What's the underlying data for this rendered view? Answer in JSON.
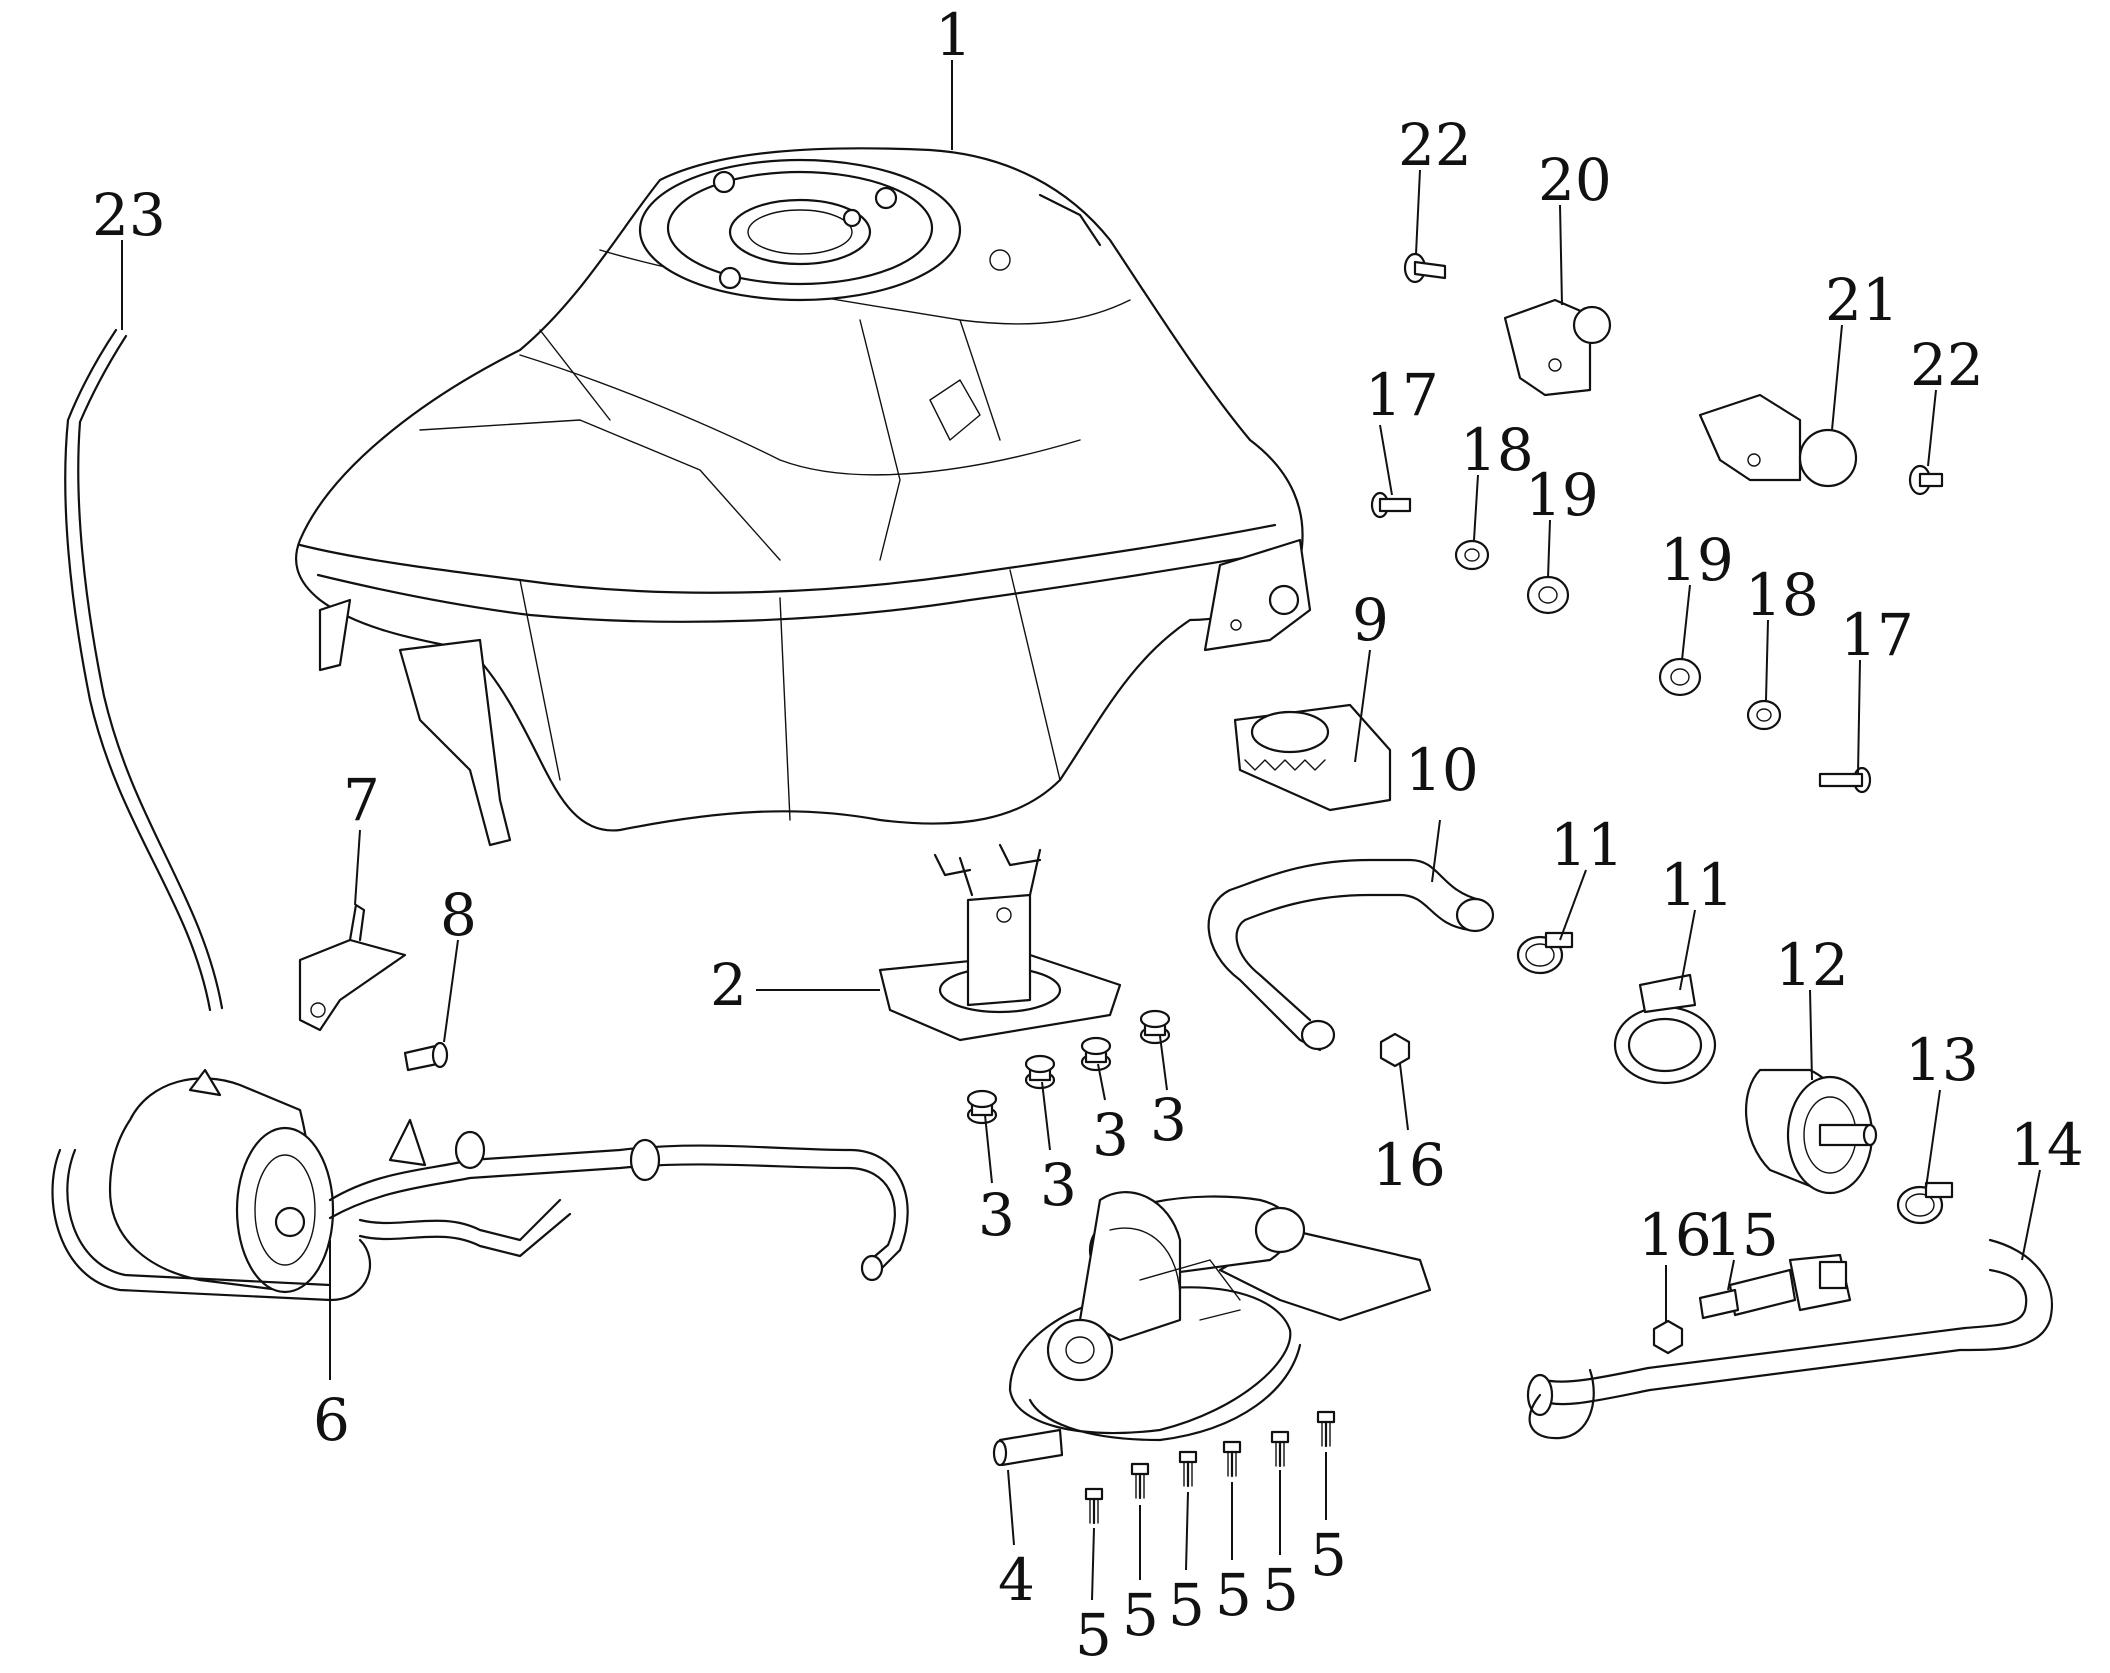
{
  "diagram": {
    "callouts": [
      {
        "id": "c1",
        "number": "1"
      },
      {
        "id": "c2",
        "number": "2"
      },
      {
        "id": "c3a",
        "number": "3"
      },
      {
        "id": "c3b",
        "number": "3"
      },
      {
        "id": "c3c",
        "number": "3"
      },
      {
        "id": "c3d",
        "number": "3"
      },
      {
        "id": "c4",
        "number": "4"
      },
      {
        "id": "c5a",
        "number": "5"
      },
      {
        "id": "c5b",
        "number": "5"
      },
      {
        "id": "c5c",
        "number": "5"
      },
      {
        "id": "c5d",
        "number": "5"
      },
      {
        "id": "c5e",
        "number": "5"
      },
      {
        "id": "c5f",
        "number": "5"
      },
      {
        "id": "c6",
        "number": "6"
      },
      {
        "id": "c7",
        "number": "7"
      },
      {
        "id": "c8",
        "number": "8"
      },
      {
        "id": "c9",
        "number": "9"
      },
      {
        "id": "c10",
        "number": "10"
      },
      {
        "id": "c11a",
        "number": "11"
      },
      {
        "id": "c11b",
        "number": "11"
      },
      {
        "id": "c12",
        "number": "12"
      },
      {
        "id": "c13",
        "number": "13"
      },
      {
        "id": "c14",
        "number": "14"
      },
      {
        "id": "c15",
        "number": "15"
      },
      {
        "id": "c16a",
        "number": "16"
      },
      {
        "id": "c16b",
        "number": "16"
      },
      {
        "id": "c17a",
        "number": "17"
      },
      {
        "id": "c17b",
        "number": "17"
      },
      {
        "id": "c18a",
        "number": "18"
      },
      {
        "id": "c18b",
        "number": "18"
      },
      {
        "id": "c19a",
        "number": "19"
      },
      {
        "id": "c19b",
        "number": "19"
      },
      {
        "id": "c20",
        "number": "20"
      },
      {
        "id": "c21",
        "number": "21"
      },
      {
        "id": "c22a",
        "number": "22"
      },
      {
        "id": "c22b",
        "number": "22"
      },
      {
        "id": "c23",
        "number": "23"
      }
    ]
  }
}
